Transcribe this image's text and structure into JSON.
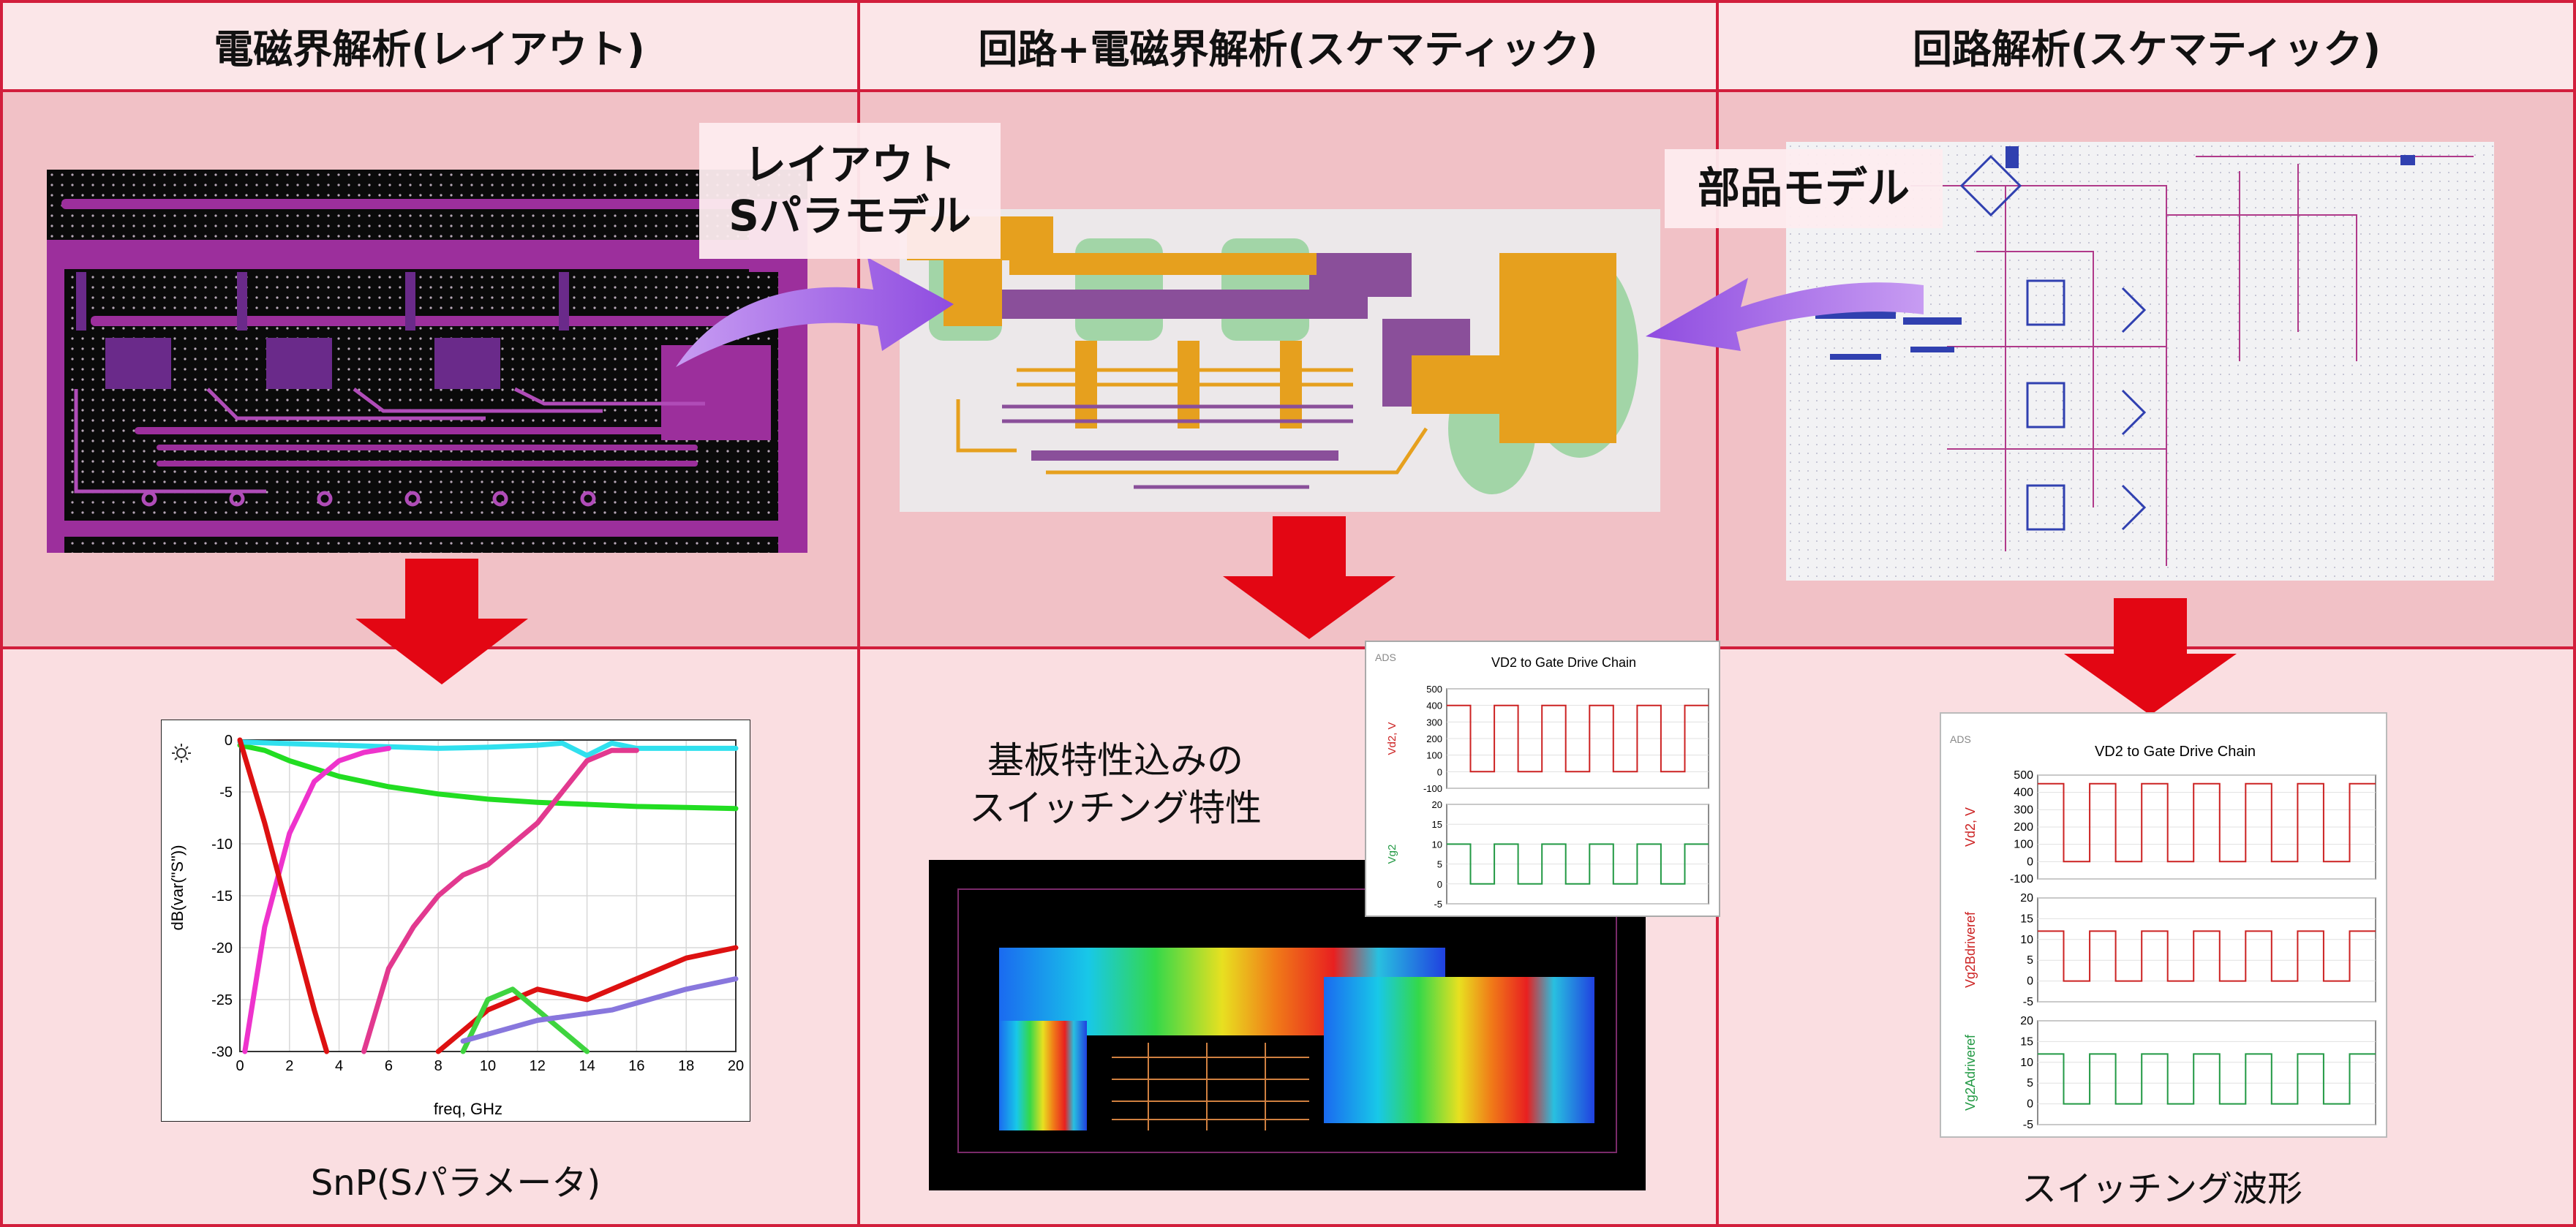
{
  "headers": {
    "left": "電磁界解析(レイアウト)",
    "middle": "回路+電磁界解析(スケマティック)",
    "right": "回路解析(スケマティック)"
  },
  "callouts": {
    "layout_sparam_line1": "レイアウト",
    "layout_sparam_line2": "Sパラモデル",
    "part_model": "部品モデル"
  },
  "captions": {
    "snp": "SnP(Sパラメータ)",
    "switching_with_board_line1": "基板特性込みの",
    "switching_with_board_line2": "スイッチング特性",
    "switching_waveform": "スイッチング波形"
  },
  "colors": {
    "red_line": "#d21e3c",
    "arrow_red": "#e30613",
    "arrow_purple": "#c79cf2",
    "pcb_magenta": "#9c2f9c",
    "pcb_orange": "#e6a01e"
  },
  "chart_data": [
    {
      "type": "line",
      "title": "",
      "xlabel": "freq, GHz",
      "ylabel": "dB(var(\"S\"))",
      "xlim": [
        0,
        20
      ],
      "ylim": [
        -30,
        0
      ],
      "xticks": [
        "0",
        "2",
        "4",
        "6",
        "8",
        "10",
        "12",
        "14",
        "16",
        "18",
        "20"
      ],
      "yticks": [
        "0",
        "-5",
        "-10",
        "-15",
        "-20",
        "-25",
        "-30"
      ],
      "grid": true,
      "series": [
        {
          "color": "#22dd22",
          "x": [
            0,
            1,
            2,
            4,
            6,
            8,
            10,
            12,
            14,
            16,
            18,
            20
          ],
          "values": [
            -0.5,
            -1,
            -2,
            -3.5,
            -4.5,
            -5.2,
            -5.7,
            -6,
            -6.2,
            -6.4,
            -6.5,
            -6.6
          ]
        },
        {
          "color": "#30e0ee",
          "x": [
            0,
            4,
            8,
            10,
            12,
            13,
            14,
            15,
            16,
            18,
            20
          ],
          "values": [
            -0.2,
            -0.5,
            -0.8,
            -0.7,
            -0.5,
            -0.3,
            -1.5,
            -0.3,
            -0.8,
            -0.8,
            -0.8
          ]
        },
        {
          "color": "#ee33cc",
          "x": [
            0.2,
            1,
            2,
            3,
            4,
            5,
            6
          ],
          "values": [
            -30,
            -18,
            -9,
            -4,
            -2,
            -1.2,
            -0.8
          ]
        },
        {
          "color": "#e2398f",
          "x": [
            5,
            6,
            7,
            8,
            9,
            10,
            11,
            12,
            13,
            14,
            15,
            16
          ],
          "values": [
            -30,
            -22,
            -18,
            -15,
            -13,
            -12,
            -10,
            -8,
            -5,
            -2,
            -1,
            -1
          ]
        },
        {
          "color": "#dd1111",
          "x": [
            0,
            1,
            2,
            3,
            3.5
          ],
          "values": [
            0,
            -8,
            -17,
            -26,
            -30
          ]
        },
        {
          "color": "#dd1111",
          "x": [
            8,
            10,
            12,
            14,
            16,
            18,
            20
          ],
          "values": [
            -30,
            -26,
            -24,
            -25,
            -23,
            -21,
            -20
          ]
        },
        {
          "color": "#3fd43f",
          "x": [
            9,
            10,
            11,
            12,
            13,
            14
          ],
          "values": [
            -30,
            -25,
            -24,
            -26,
            -28,
            -30
          ]
        },
        {
          "color": "#8877dd",
          "x": [
            9,
            12,
            15,
            18,
            20
          ],
          "values": [
            -29,
            -27,
            -26,
            -24,
            -23
          ]
        }
      ]
    },
    {
      "type": "line",
      "title": "VD2 to Gate Drive Chain",
      "panels": [
        {
          "ylabel": "Vd2, V",
          "ylim": [
            -100,
            500
          ],
          "yticks": [
            "500",
            "400",
            "300",
            "200",
            "100",
            "0",
            "-100"
          ],
          "color": "#cc2222",
          "series": [
            {
              "name": "Vd2",
              "values": [
                400,
                0,
                400,
                0,
                400,
                0,
                400,
                0,
                400,
                0,
                400
              ]
            }
          ]
        },
        {
          "ylabel": "Vg2",
          "ylim": [
            -5,
            20
          ],
          "yticks": [
            "20",
            "15",
            "10",
            "5",
            "0",
            "-5"
          ],
          "color": "#229944",
          "series": [
            {
              "name": "Vg2",
              "values": [
                10,
                0,
                10,
                0,
                10,
                0,
                10,
                0,
                10,
                0,
                10
              ]
            }
          ]
        }
      ]
    },
    {
      "type": "line",
      "title": "VD2 to Gate Drive Chain",
      "panels": [
        {
          "ylabel": "Vd2, V",
          "ylim": [
            -100,
            500
          ],
          "yticks": [
            "500",
            "400",
            "300",
            "200",
            "100",
            "0",
            "-100"
          ],
          "color": "#cc2222",
          "series": [
            {
              "name": "Vd2",
              "values": [
                450,
                0,
                450,
                0,
                450,
                0,
                450,
                0,
                450,
                0,
                450,
                0,
                450
              ]
            }
          ]
        },
        {
          "ylabel": "Vg2Bdriveref",
          "ylim": [
            -5,
            20
          ],
          "yticks": [
            "20",
            "15",
            "10",
            "5",
            "0",
            "-5"
          ],
          "color": "#cc2222",
          "series": [
            {
              "name": "Vg2Bdriveref",
              "values": [
                12,
                0,
                12,
                0,
                12,
                0,
                12,
                0,
                12,
                0,
                12,
                0,
                12
              ]
            }
          ]
        },
        {
          "ylabel": "Vg2Adriveref",
          "ylim": [
            -5,
            20
          ],
          "yticks": [
            "20",
            "15",
            "10",
            "5",
            "0",
            "-5"
          ],
          "color": "#229944",
          "series": [
            {
              "name": "Vg2Adriveref",
              "values": [
                12,
                0,
                12,
                0,
                12,
                0,
                12,
                0,
                12,
                0,
                12,
                0,
                12
              ]
            }
          ]
        }
      ]
    }
  ]
}
